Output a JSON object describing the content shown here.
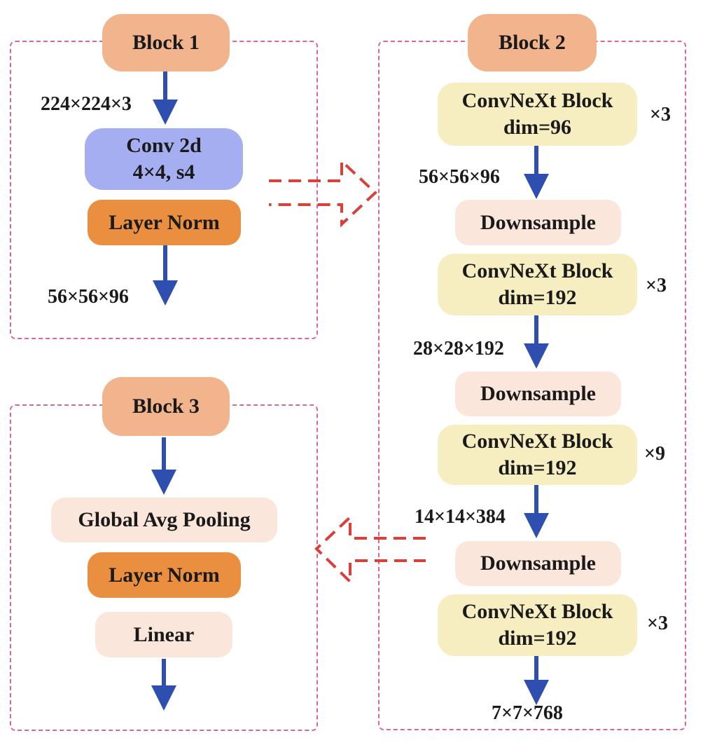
{
  "block1": {
    "title": "Block 1",
    "input_shape": "224×224×3",
    "conv_line1": "Conv 2d",
    "conv_line2": "4×4, s4",
    "norm": "Layer Norm",
    "output_shape": "56×56×96"
  },
  "block2": {
    "title": "Block 2",
    "stage1": {
      "line1": "ConvNeXt Block",
      "line2": "dim=96",
      "repeat": "×3",
      "output_shape": "56×56×96"
    },
    "downsample1": "Downsample",
    "stage2": {
      "line1": "ConvNeXt Block",
      "line2": "dim=192",
      "repeat": "×3",
      "output_shape": "28×28×192"
    },
    "downsample2": "Downsample",
    "stage3": {
      "line1": "ConvNeXt Block",
      "line2": "dim=192",
      "repeat": "×9",
      "output_shape": "14×14×384"
    },
    "downsample3": "Downsample",
    "stage4": {
      "line1": "ConvNeXt Block",
      "line2": "dim=192",
      "repeat": "×3",
      "output_shape": "7×7×768"
    }
  },
  "block3": {
    "title": "Block 3",
    "pooling": "Global Avg Pooling",
    "norm": "Layer Norm",
    "linear": "Linear"
  },
  "colors": {
    "frame": "#d9669b",
    "arrow": "#2f4fb0",
    "transfer_arrow": "#d9403a",
    "title_fill": "#f2b48c",
    "conv_fill": "#a6aef2",
    "norm_fill": "#ea8f3f",
    "convnext_fill": "#f6eec0",
    "downsample_fill": "#fbe6dc"
  }
}
